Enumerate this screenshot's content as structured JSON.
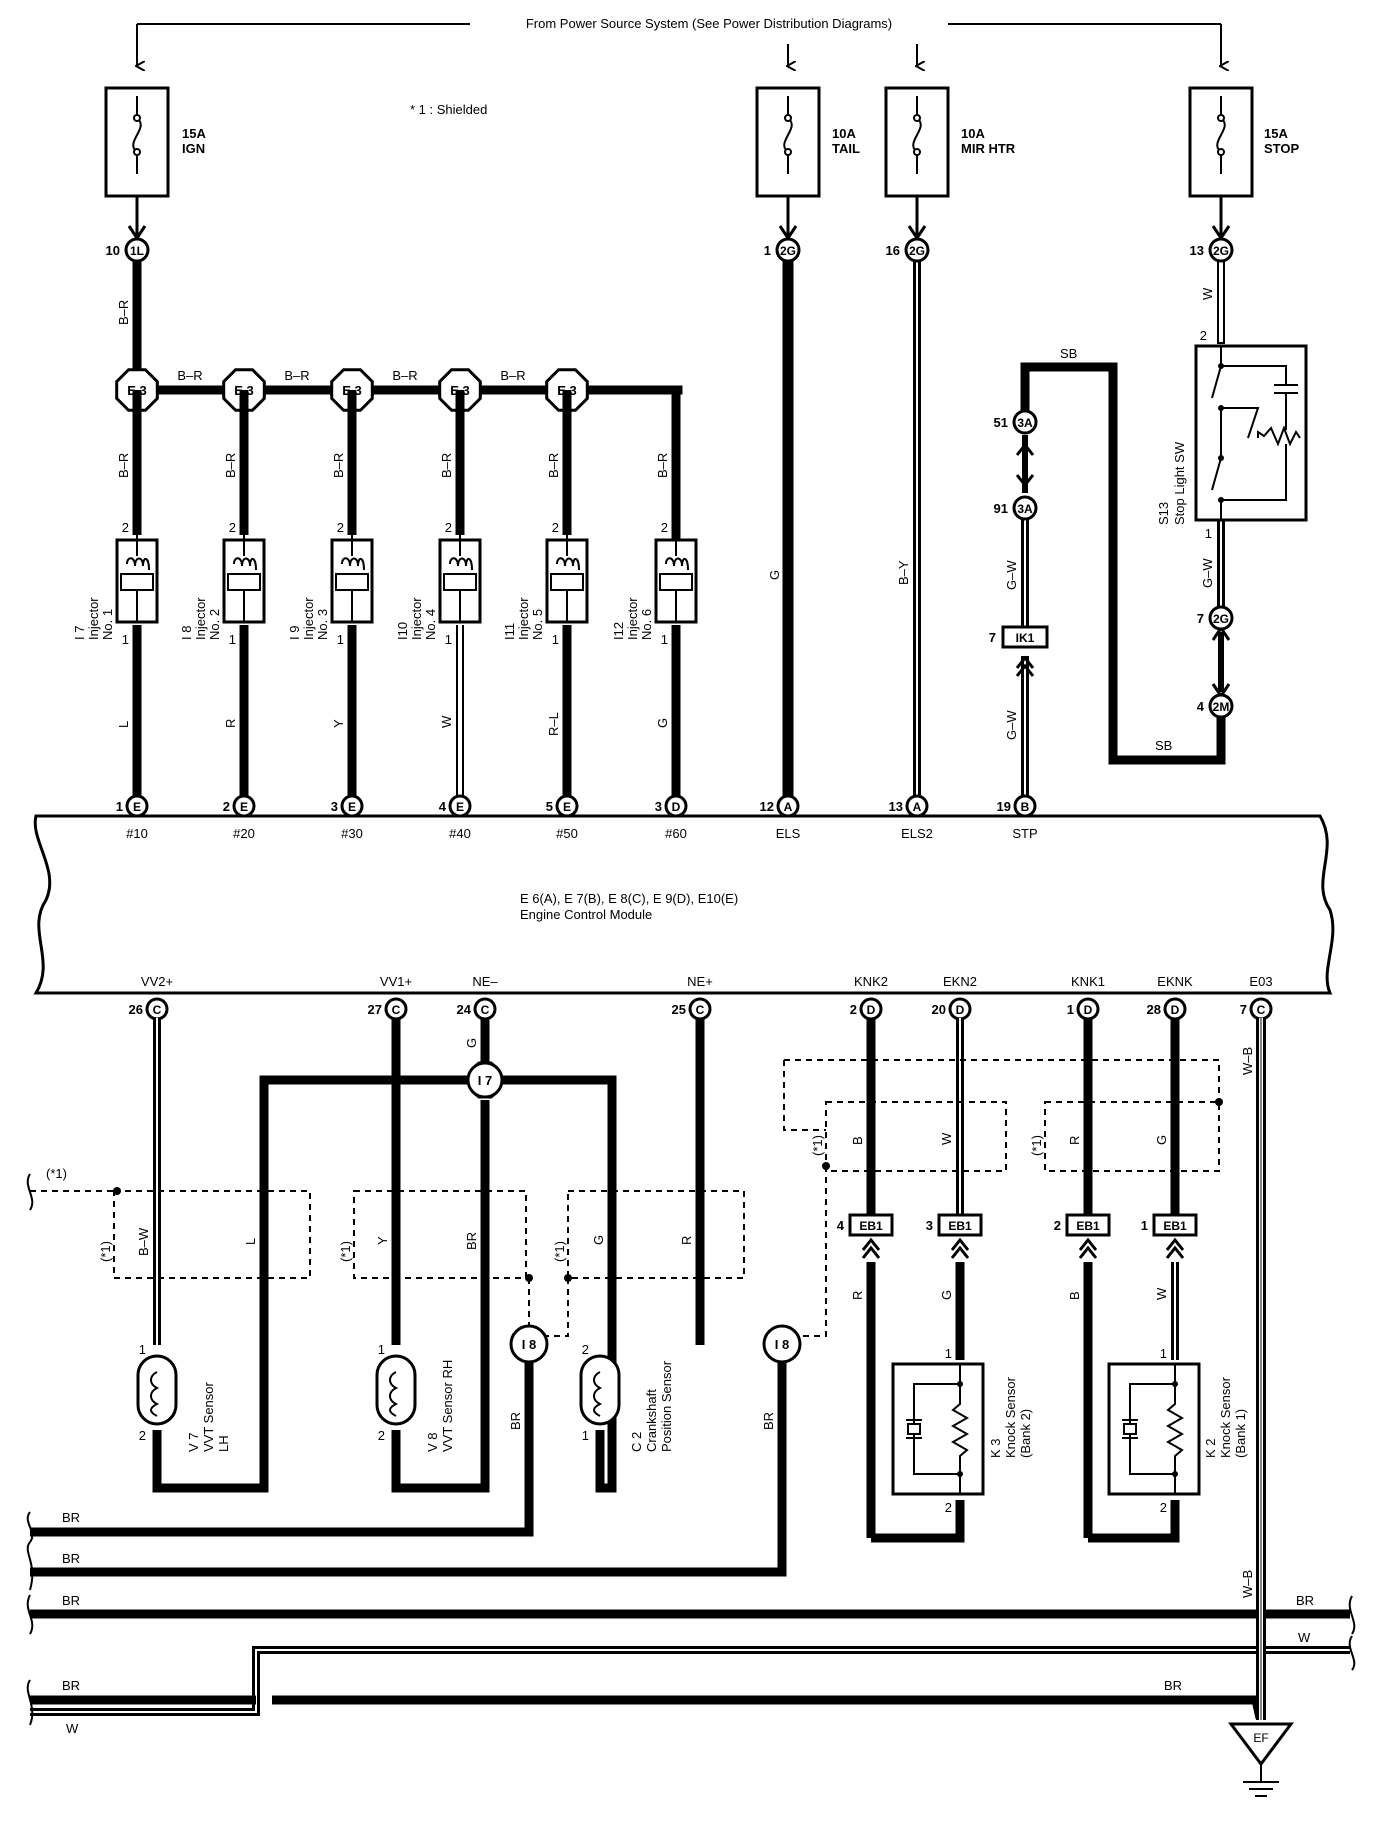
{
  "header": {
    "source_text": "From Power Source System (See Power Distribution Diagrams)",
    "shield_note": "* 1 : Shielded"
  },
  "fuses": [
    {
      "id": "fuse-ign",
      "amps": "15A",
      "name": "IGN",
      "pin": "10",
      "conn": "1L"
    },
    {
      "id": "fuse-tail",
      "amps": "10A",
      "name": "TAIL",
      "pin": "1",
      "conn": "2G"
    },
    {
      "id": "fuse-mirhtr",
      "amps": "10A",
      "name": "MIR HTR",
      "pin": "16",
      "conn": "2G"
    },
    {
      "id": "fuse-stop",
      "amps": "15A",
      "name": "STOP",
      "pin": "13",
      "conn": "2G"
    }
  ],
  "splice": {
    "label": "E 3",
    "wire": "B–R"
  },
  "injectors": [
    {
      "ref": "I 7",
      "name": "Injector No. 1",
      "wire_in": "B–R",
      "wire_out": "L",
      "pin_top": "2",
      "pin_bot": "1",
      "ecm_pin": "1",
      "ecm_conn": "E",
      "ecm_term": "#10"
    },
    {
      "ref": "I 8",
      "name": "Injector No. 2",
      "wire_in": "B–R",
      "wire_out": "R",
      "pin_top": "2",
      "pin_bot": "1",
      "ecm_pin": "2",
      "ecm_conn": "E",
      "ecm_term": "#20"
    },
    {
      "ref": "I 9",
      "name": "Injector No. 3",
      "wire_in": "B–R",
      "wire_out": "Y",
      "pin_top": "2",
      "pin_bot": "1",
      "ecm_pin": "3",
      "ecm_conn": "E",
      "ecm_term": "#30"
    },
    {
      "ref": "I10",
      "name": "Injector No. 4",
      "wire_in": "B–R",
      "wire_out": "W",
      "pin_top": "2",
      "pin_bot": "1",
      "ecm_pin": "4",
      "ecm_conn": "E",
      "ecm_term": "#40"
    },
    {
      "ref": "I11",
      "name": "Injector No. 5",
      "wire_in": "B–R",
      "wire_out": "R–L",
      "pin_top": "2",
      "pin_bot": "1",
      "ecm_pin": "5",
      "ecm_conn": "E",
      "ecm_term": "#50"
    },
    {
      "ref": "I12",
      "name": "Injector No. 6",
      "wire_in": "B–R",
      "wire_out": "G",
      "pin_top": "2",
      "pin_bot": "1",
      "ecm_pin": "3",
      "ecm_conn": "D",
      "ecm_term": "#60"
    }
  ],
  "tail_circuit": {
    "wire": "G",
    "ecm_pin": "12",
    "ecm_conn": "A",
    "ecm_term": "ELS"
  },
  "mirhtr_circuit": {
    "wire": "B–Y",
    "ecm_pin": "13",
    "ecm_conn": "A",
    "ecm_term": "ELS2"
  },
  "stop_circuit": {
    "wire_top": "W",
    "switch_ref": "S13",
    "switch_name": "Stop Light SW",
    "switch_pin_top": "2",
    "switch_pin_bot": "1",
    "wire_sw_out": "G–W",
    "conn_2g_pin": "7",
    "conn_2g": "2G",
    "conn_2m_pin": "4",
    "conn_2m": "2M",
    "sb_wire": "SB",
    "conn_3a_1_pin": "51",
    "conn_3a_2_pin": "91",
    "conn_3a": "3A",
    "wire_3a": "G–W",
    "ik1_pin": "7",
    "ik1": "IK1",
    "wire_ik1": "G–W",
    "ecm_pin": "19",
    "ecm_conn": "B",
    "ecm_term": "STP"
  },
  "ecm": {
    "line1": "E 6(A), E 7(B), E 8(C), E 9(D), E10(E)",
    "line2": "Engine Control Module"
  },
  "ecm_bottom": [
    {
      "term": "VV2+",
      "pin": "26",
      "conn": "C"
    },
    {
      "term": "VV1+",
      "pin": "27",
      "conn": "C"
    },
    {
      "term": "NE–",
      "pin": "24",
      "conn": "C"
    },
    {
      "term": "NE+",
      "pin": "25",
      "conn": "C"
    },
    {
      "term": "KNK2",
      "pin": "2",
      "conn": "D"
    },
    {
      "term": "EKN2",
      "pin": "20",
      "conn": "D"
    },
    {
      "term": "KNK1",
      "pin": "1",
      "conn": "D"
    },
    {
      "term": "EKNK",
      "pin": "28",
      "conn": "D"
    },
    {
      "term": "E03",
      "pin": "7",
      "conn": "C"
    }
  ],
  "sensors": {
    "v7": {
      "ref": "V 7",
      "line1": "VVT Sensor",
      "line2": "LH",
      "pin1": "1",
      "pin2": "2",
      "wire1": "B–W",
      "wire2": "L"
    },
    "v8": {
      "ref": "V 8",
      "line1": "VVT Sensor RH",
      "pin1": "1",
      "pin2": "2",
      "wire1": "Y",
      "wire2": "BR"
    },
    "c2": {
      "ref": "C 2",
      "line1": "Crankshaft",
      "line2": "Position Sensor",
      "pin1": "2",
      "pin2": "1",
      "wire1": "G",
      "wire2": "R"
    },
    "k3": {
      "ref": "K 3",
      "line1": "Knock Sensor",
      "line2": "(Bank 2)",
      "pin1": "1",
      "pin2": "2"
    },
    "k2": {
      "ref": "K 2",
      "line1": "Knock Sensor",
      "line2": "(Bank 1)",
      "pin1": "1",
      "pin2": "2"
    }
  },
  "junctions": {
    "i7": "I 7",
    "i8": "I 8",
    "ef": "EF"
  },
  "wires": {
    "ne_minus": "G",
    "i8_left": "BR",
    "i8_right": "BR",
    "br": "BR",
    "w": "W",
    "wb": "W–B",
    "knk2_shield": "B",
    "ekn2_shield": "W",
    "knk1_shield": "R",
    "eknk_shield": "G",
    "eb1_4": "R",
    "eb1_3": "G",
    "eb1_2": "B",
    "eb1_1": "W"
  },
  "eb1": [
    {
      "pin": "4",
      "conn": "EB1"
    },
    {
      "pin": "3",
      "conn": "EB1"
    },
    {
      "pin": "2",
      "conn": "EB1"
    },
    {
      "pin": "1",
      "conn": "EB1"
    }
  ],
  "shield_tag": "(*1)"
}
